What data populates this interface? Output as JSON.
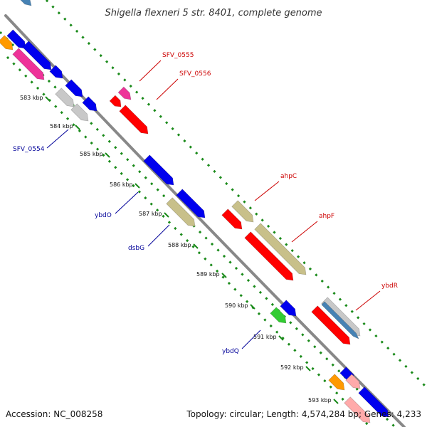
{
  "title": "Shigella flexneri 5 str. 8401, complete genome",
  "footer": {
    "accession": "Accession: NC_008258",
    "summary": "Topology: circular; Length: 4,574,284 bp; Genes: 4,233"
  },
  "colors": {
    "backbone": "#888888",
    "track_dots": "#1a8a1a",
    "label_plus": "#cc0000",
    "label_minus": "#000099",
    "blue": "#0000ee",
    "red": "#ff0000",
    "khaki": "#c8c08a",
    "gray": "#c8c8c8",
    "magenta": "#ee3399",
    "steelblue": "#4682b4",
    "green": "#33cc33",
    "orange": "#ff9900",
    "pink": "#ffaaaa"
  },
  "ticks": [
    "583 kbp",
    "584 kbp",
    "585 kbp",
    "586 kbp",
    "587 kbp",
    "588 kbp",
    "589 kbp",
    "590 kbp",
    "591 kbp",
    "592 kbp",
    "593 kbp"
  ],
  "plus_labels": [
    "SFV_0555",
    "SFV_0556",
    "ahpC",
    "ahpF",
    "ybdR"
  ],
  "minus_labels": [
    "SFV_0554",
    "ybdO",
    "dsbG",
    "ybdQ"
  ]
}
